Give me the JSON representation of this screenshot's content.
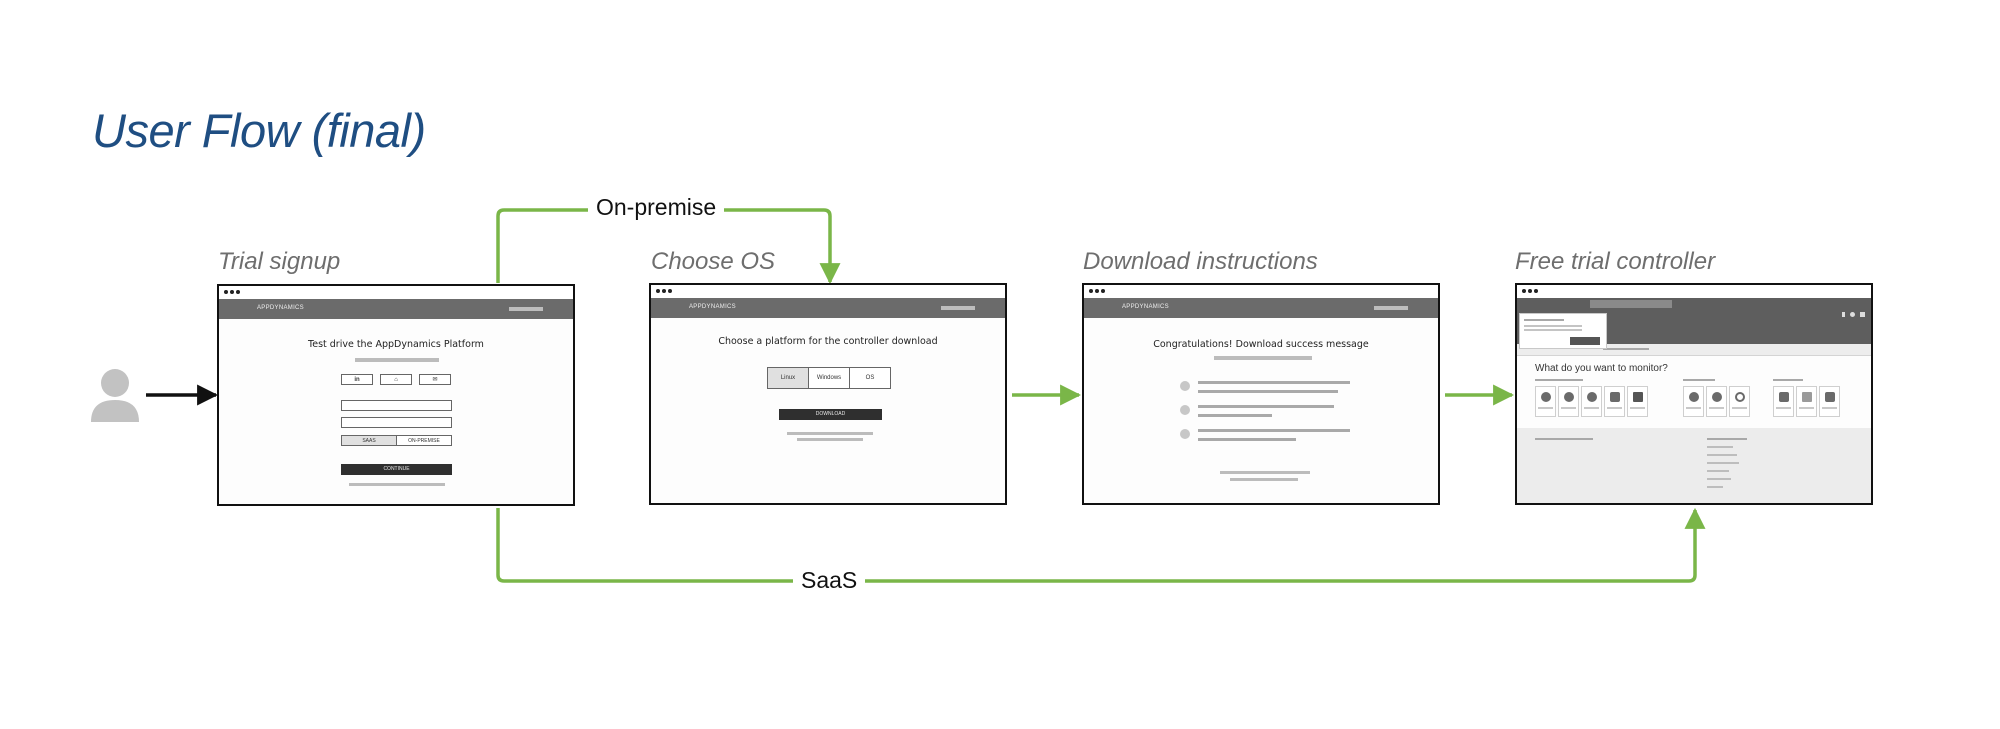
{
  "title": "User Flow (final)",
  "steps": [
    {
      "title": "Trial signup"
    },
    {
      "title": "Choose OS"
    },
    {
      "title": "Download instructions"
    },
    {
      "title": "Free trial controller"
    }
  ],
  "logo": "APPDYNAMICS",
  "signup": {
    "heading": "Test drive the AppDynamics Platform",
    "social": [
      "in",
      "⌂",
      "✉"
    ],
    "toggle": [
      "SAAS",
      "ON-PREMISE"
    ],
    "button": "CONTINUE"
  },
  "choose_os": {
    "heading": "Choose a platform for the controller download",
    "options": [
      "Linux",
      "Windows",
      "OS"
    ],
    "button": "DOWNLOAD"
  },
  "download": {
    "heading": "Congratulations! Download success message"
  },
  "controller": {
    "question": "What do you want to monitor?"
  },
  "flows": {
    "top": "On-premise",
    "bottom": "SaaS"
  },
  "colors": {
    "accent": "#7ab648",
    "title": "#1f4e82",
    "step_title": "#6e6e6e"
  }
}
